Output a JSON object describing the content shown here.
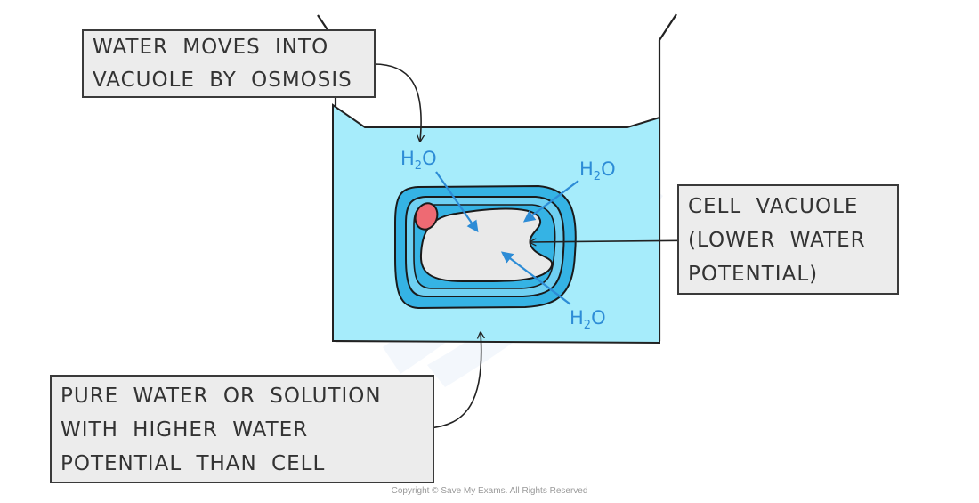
{
  "labels": {
    "osmosis": {
      "lines": [
        "WATER MOVES INTO",
        "VACUOLE BY OSMOSIS"
      ]
    },
    "vacuole": {
      "lines": [
        "CELL VACUOLE",
        "(LOWER WATER",
        "POTENTIAL)"
      ]
    },
    "solution": {
      "lines": [
        "PURE WATER OR SOLUTION",
        "WITH HIGHER WATER",
        "POTENTIAL THAN CELL"
      ]
    }
  },
  "molecule": {
    "symbol": "H",
    "subscript": "2",
    "suffix": "O"
  },
  "copyright": "Copyright © Save My Exams. All Rights Reserved",
  "colors": {
    "water": "#a6ecfb",
    "cell_wall": "#35b3e4",
    "cell_wall_inner": "#6fd0f2",
    "vacuole": "#e9e9e9",
    "nucleus": "#ee6a73",
    "arrow": "#2d8cd6",
    "outline": "#222222"
  }
}
